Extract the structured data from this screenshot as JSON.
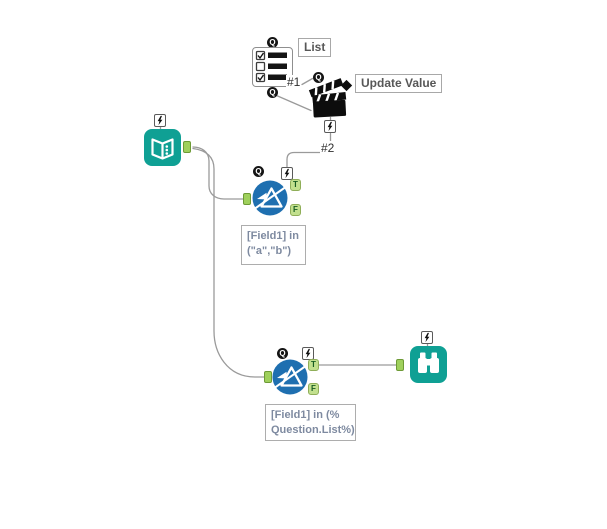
{
  "labels": {
    "list_tool_annotation": "List",
    "action_tool_annotation": "Update Value",
    "connection_1": "#1",
    "connection_2": "#2"
  },
  "anchors": {
    "true_label": "T",
    "false_label": "F",
    "question_label": "Q"
  },
  "annotations": {
    "filter_top": {
      "line1": "[Field1] in",
      "line2": "(\"a\",\"b\")"
    },
    "filter_bottom": {
      "line1": "[Field1] in (%",
      "line2": "Question.List%)"
    }
  },
  "icons": {
    "list_box_tool": "checklist-icon",
    "action_tool": "clapperboard-icon",
    "text_input_tool": "open-book-icon",
    "filter_tool": "funnel-icon",
    "browse_tool": "binoculars-icon",
    "badge": "lightning-bolt-icon",
    "question": "q-circle-icon"
  },
  "colors": {
    "canvas_bg": "#FFFFFF",
    "tool_teal": "#0FA094",
    "filter_blue": "#1E6FB0",
    "anchor_green": "#C2E08E",
    "anchor_green_border": "#8FAE58",
    "io_anchor_green": "#9FD05C",
    "wire_gray": "#9A9A9A",
    "annotation_text": "#7E8AA0",
    "annotation_border": "#ADADAD",
    "label_text": "#575757",
    "badge_black": "#141414"
  }
}
